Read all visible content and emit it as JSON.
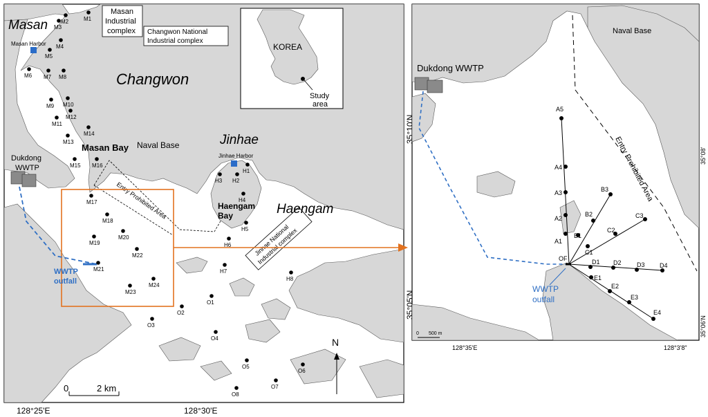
{
  "left_map": {
    "place_labels": {
      "masan": "Masan",
      "changwon": "Changwon",
      "jinhae": "Jinhae",
      "haengam": "Haengam",
      "masan_bay": "Masan Bay",
      "naval_base": "Naval Base",
      "masan_harbor": "Masan Harbor",
      "jinhae_harbor": "Jinhae Harbor",
      "haengam_bay_1": "Haengam",
      "haengam_bay_2": "Bay",
      "dukdong_1": "Dukdong",
      "dukdong_2": "WWTP",
      "wwtp_outfall_1": "WWTP",
      "wwtp_outfall_2": "outfall"
    },
    "boxed_labels": {
      "masan_complex_1": "Masan",
      "masan_complex_2": "Industrial",
      "masan_complex_3": "complex",
      "changwon_complex_1": "Changwon National",
      "changwon_complex_2": "Industrial complex",
      "jinhae_complex_1": "Jinhae National",
      "jinhae_complex_2": "Industrial complex",
      "entry_prohibited": "Entry Prohibited Area"
    },
    "inset": {
      "country": "KOREA",
      "study_1": "Study",
      "study_2": "area"
    },
    "scale": {
      "zero": "0",
      "distance": "2 km"
    },
    "north": "N",
    "axis": {
      "lon_1": "128°25'E",
      "lon_2": "128°30'E",
      "lat_1": "35°10'N",
      "lat_2": "35°05'N"
    },
    "stations": [
      "M1",
      "M2",
      "M3",
      "M4",
      "M5",
      "M6",
      "M7",
      "M8",
      "M9",
      "M10",
      "M11",
      "M12",
      "M13",
      "M14",
      "M15",
      "M16",
      "M17",
      "M18",
      "M19",
      "M20",
      "M21",
      "M22",
      "M23",
      "M24",
      "H1",
      "H2",
      "H3",
      "H4",
      "H5",
      "H6",
      "H7",
      "H8",
      "O1",
      "O2",
      "O3",
      "O4",
      "O5",
      "O6",
      "O7",
      "O8"
    ]
  },
  "right_map": {
    "labels": {
      "naval_base": "Naval Base",
      "dukdong": "Dukdong WWTP",
      "entry_prohibited": "Entry Prohibited Area",
      "wwtp_1": "WWTP",
      "wwtp_2": "outfall",
      "outfall_code": "OF"
    },
    "scale": {
      "zero": "0",
      "distance": "500 m"
    },
    "axis": {
      "lon_1": "128°35'E",
      "lon_2": "128°3'8\"",
      "lat_1": "35°08'",
      "lat_2": "35°06'N"
    },
    "stations": [
      "A1",
      "A2",
      "A3",
      "A4",
      "A5",
      "B1",
      "B2",
      "B3",
      "C1",
      "C2",
      "C3",
      "D1",
      "D2",
      "D3",
      "D4",
      "E1",
      "E2",
      "E3",
      "E4"
    ]
  },
  "colors": {
    "land": "#d7d7d7",
    "sea": "#ffffff",
    "outfall_pipe": "#2f6fc4",
    "highlight_box": "#e2721f",
    "harbor_marker": "#2a6cc8",
    "outfall_text": "#2f6fc4",
    "station_dot": "#000000"
  }
}
